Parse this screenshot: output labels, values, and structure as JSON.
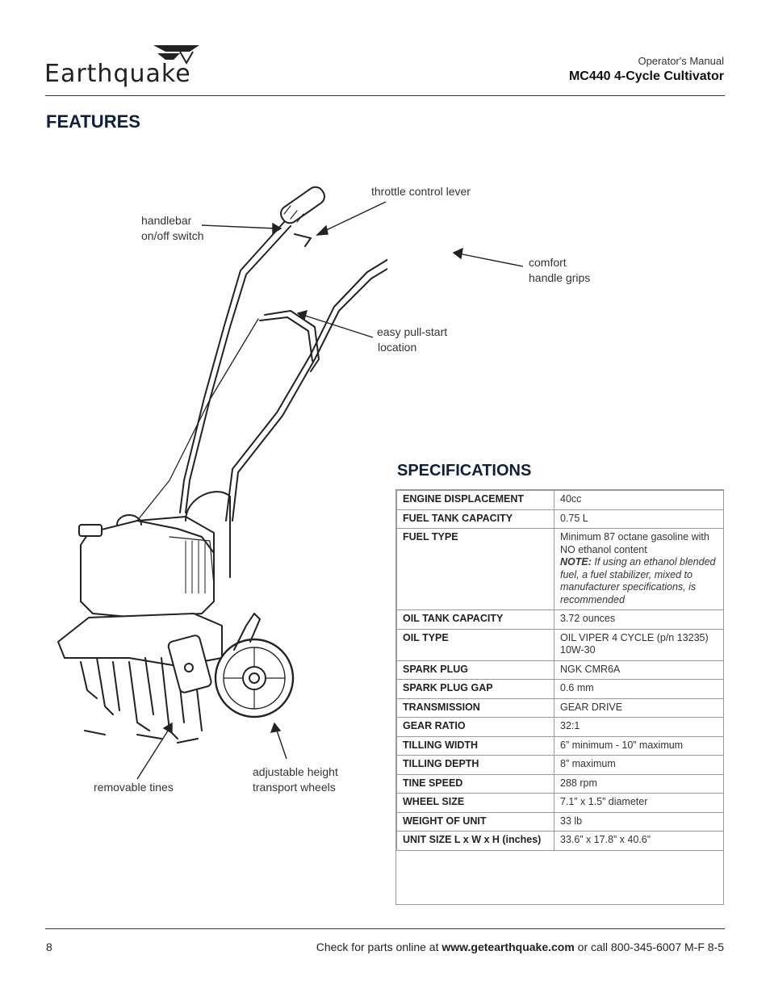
{
  "header": {
    "brand": "Earthquake",
    "manual_label": "Operator's Manual",
    "model_title": "MC440 4-Cycle Cultivator"
  },
  "features": {
    "title": "FEATURES",
    "callouts": {
      "throttle": "throttle control lever",
      "handlebar_line1": "handlebar",
      "handlebar_line2": "on/off switch",
      "grips_line1": "comfort",
      "grips_line2": "handle grips",
      "pullstart_line1": "easy pull-start",
      "pullstart_line2": "location",
      "wheels_line1": "adjustable height",
      "wheels_line2": "transport wheels",
      "tines": "removable tines"
    }
  },
  "specifications": {
    "title": "SPECIFICATIONS",
    "rows": [
      {
        "label": "ENGINE DISPLACEMENT",
        "value": "40cc"
      },
      {
        "label": "FUEL TANK CAPACITY",
        "value": "0.75 L"
      },
      {
        "label": "FUEL TYPE",
        "value": "Minimum 87 octane gasoline with NO ethanol content",
        "note_label": "NOTE:",
        "note_text": " If using an ethanol blended fuel, a fuel stabilizer, mixed to manufacturer specifications, is recommended"
      },
      {
        "label": "OIL TANK CAPACITY",
        "value": "3.72 ounces"
      },
      {
        "label": "OIL TYPE",
        "value": "OIL VIPER 4 CYCLE  (p/n 13235)",
        "value2": "10W-30"
      },
      {
        "label": "SPARK PLUG",
        "value": "NGK CMR6A"
      },
      {
        "label": "SPARK PLUG GAP",
        "value": "0.6 mm"
      },
      {
        "label": "TRANSMISSION",
        "value": "GEAR DRIVE"
      },
      {
        "label": "GEAR RATIO",
        "value": "32:1"
      },
      {
        "label": "TILLING WIDTH",
        "value": "6” minimum - 10” maximum"
      },
      {
        "label": "TILLING DEPTH",
        "value": "8” maximum"
      },
      {
        "label": "TINE SPEED",
        "value": "288 rpm"
      },
      {
        "label": "WHEEL SIZE",
        "value": "7.1” x 1.5”  diameter"
      },
      {
        "label": "WEIGHT OF UNIT",
        "value": "33 lb"
      },
      {
        "label": "UNIT SIZE L x W x H (inches)",
        "value": "33.6” x 17.8” x 40.6”"
      }
    ]
  },
  "footer": {
    "page_number": "8",
    "parts_prefix": "Check for parts online at ",
    "website": "www.getearthquake.com",
    "parts_suffix": " or call 800-345-6007 M-F 8-5"
  }
}
